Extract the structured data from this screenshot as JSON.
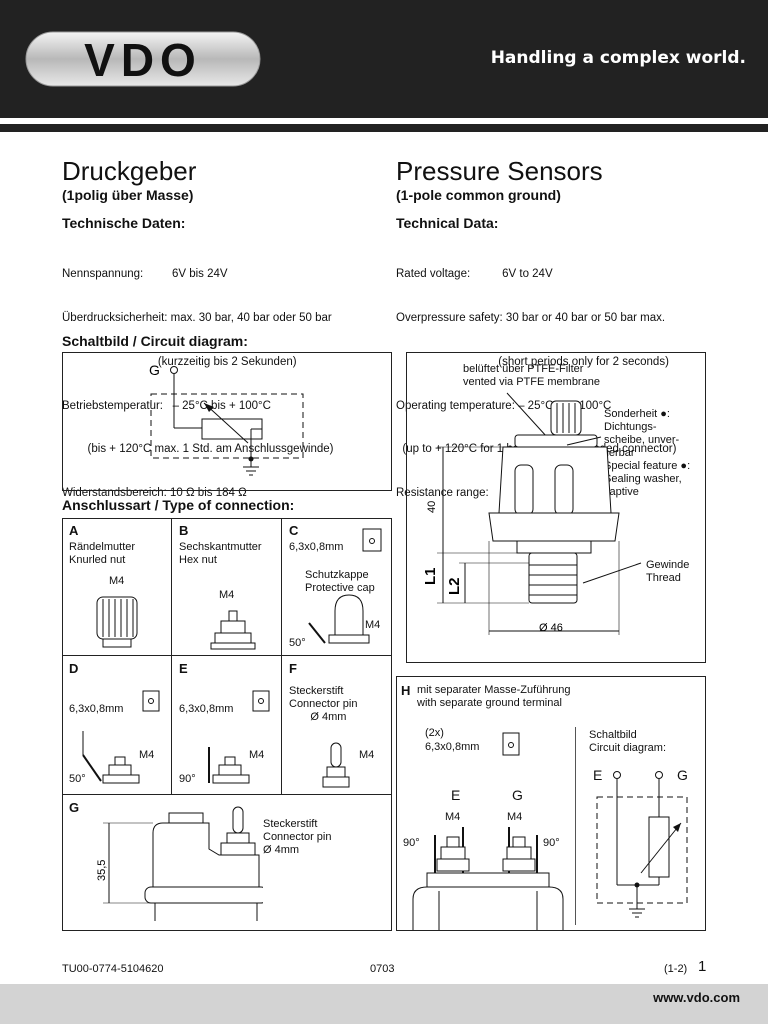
{
  "header": {
    "brand": "VDO",
    "tagline": "Handling a complex world."
  },
  "de": {
    "title": "Druckgeber",
    "subtitle": "(1polig über Masse)",
    "tech_heading": "Technische Daten:",
    "specs": [
      "Nennspannung:         6V bis 24V",
      "Überdrucksicherheit: max. 30 bar, 40 bar oder 50 bar",
      "                              (kurzzeitig bis 2 Sekunden)",
      "Betriebstemperatur:   – 25°C bis + 100°C",
      "        (bis + 120°C max. 1 Std. am Anschlussgewinde)",
      "Widerstandsbereich: 10 Ω bis 184 Ω"
    ],
    "circuit_heading": "Schaltbild / Circuit diagram:",
    "connection_heading": "Anschlussart / Type of connection:"
  },
  "en": {
    "title": "Pressure Sensors",
    "subtitle": "(1-pole common ground)",
    "tech_heading": "Technical Data:",
    "specs": [
      "Rated voltage:          6V to 24V",
      "Overpressure safety: 30 bar or 40 bar or 50 bar max.",
      "                                (short periods only for 2 seconds)",
      "Operating temperature: – 25°C to + 100°C",
      "  (up to + 120°C for 1 hour max. at threaded connector)",
      "Resistance range:      10 Ω to 184 Ω"
    ]
  },
  "circuit": {
    "g_label": "G"
  },
  "sensor": {
    "vent_de": "belüftet über PTFE-Filter",
    "vent_en": "vented via PTFE membrane",
    "special": "Sonderheit ●:\nDichtungs-\nscheibe, unver-\nlierbar\nSpecial feature ●:\nSealing washer,\ncaptive",
    "dim_40": "40",
    "dim_l1": "L1",
    "dim_l2": "L2",
    "thread": "Gewinde\nThread",
    "diameter": "Ø 46"
  },
  "cells": {
    "A": {
      "letter": "A",
      "text": "Rändelmutter\nKnurled nut",
      "m": "M4"
    },
    "B": {
      "letter": "B",
      "text": "Sechskantmutter\nHex nut",
      "m": "M4"
    },
    "C": {
      "letter": "C",
      "text": "6,3x0,8mm",
      "cap": "Schutzkappe\nProtective cap",
      "m": "M4",
      "angle": "50°"
    },
    "D": {
      "letter": "D",
      "text": "6,3x0,8mm",
      "m": "M4",
      "angle": "50°"
    },
    "E": {
      "letter": "E",
      "text": "6,3x0,8mm",
      "m": "M4",
      "angle": "90°"
    },
    "F": {
      "letter": "F",
      "text": "Steckerstift\nConnector pin\n       Ø 4mm",
      "m": "M4"
    },
    "G": {
      "letter": "G",
      "text": "Steckerstift\nConnector pin\nØ 4mm",
      "dim": "35,5"
    },
    "H": {
      "letter": "H",
      "text": "mit separater Masse-Zuführung\nwith separate ground terminal",
      "count": "(2x)",
      "size": "6,3x0,8mm",
      "e": "E",
      "g": "G",
      "m1": "M4",
      "m2": "M4",
      "angle1": "90°",
      "angle2": "90°",
      "circuit": "Schaltbild\nCircuit diagram:",
      "ce": "E",
      "cg": "G"
    }
  },
  "footer": {
    "doc": "TU00-0774-5104620",
    "date": "0703",
    "page_ref": "(1-2)",
    "page": "1",
    "url": "www.vdo.com"
  }
}
